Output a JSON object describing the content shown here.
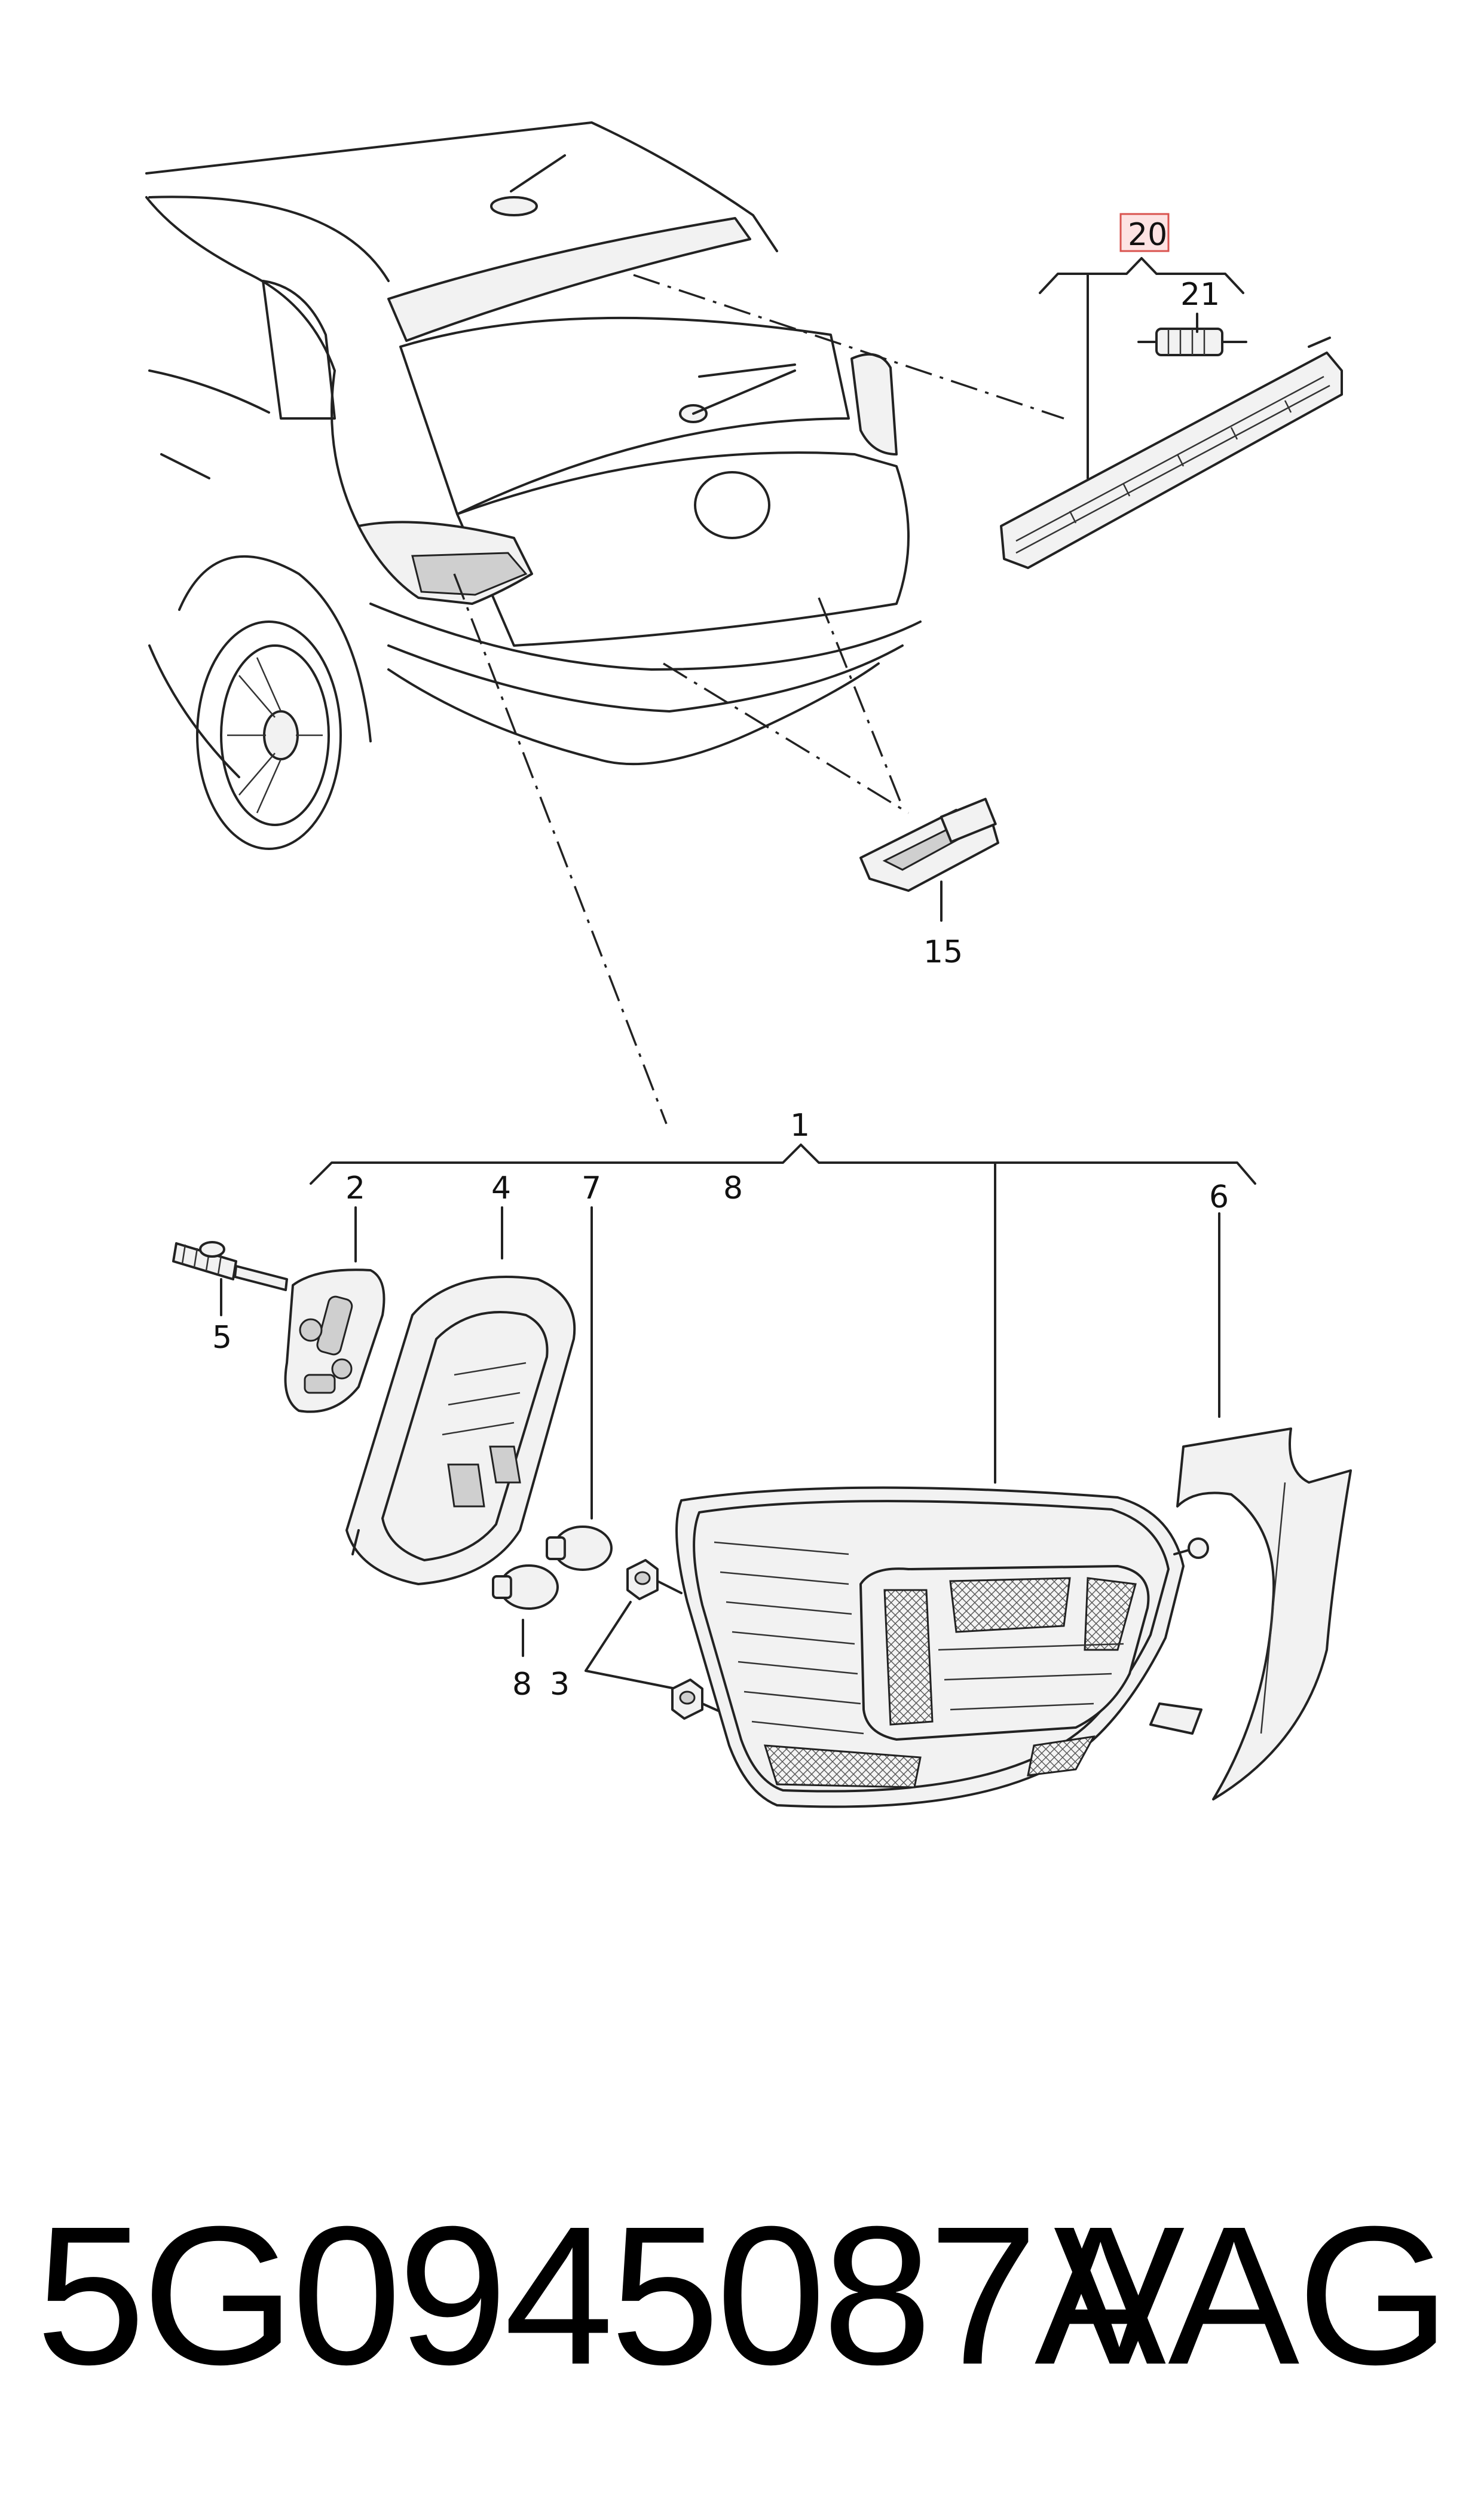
{
  "callouts": [
    {
      "id": "c20",
      "label": "20",
      "highlighted": true
    },
    {
      "id": "c21",
      "label": "21"
    },
    {
      "id": "c15",
      "label": "15"
    },
    {
      "id": "c1",
      "label": "1"
    },
    {
      "id": "c2",
      "label": "2"
    },
    {
      "id": "c4",
      "label": "4"
    },
    {
      "id": "c7",
      "label": "7"
    },
    {
      "id": "c8a",
      "label": "8"
    },
    {
      "id": "c6",
      "label": "6"
    },
    {
      "id": "c5",
      "label": "5"
    },
    {
      "id": "c8b",
      "label": "8"
    },
    {
      "id": "c3",
      "label": "3"
    }
  ],
  "colors": {
    "line": "#222222",
    "highlight_border": "#d9534f",
    "highlight_fill": "#fde3e3"
  },
  "footer": {
    "part_number": "5G0945087A",
    "brand": "VAG"
  }
}
